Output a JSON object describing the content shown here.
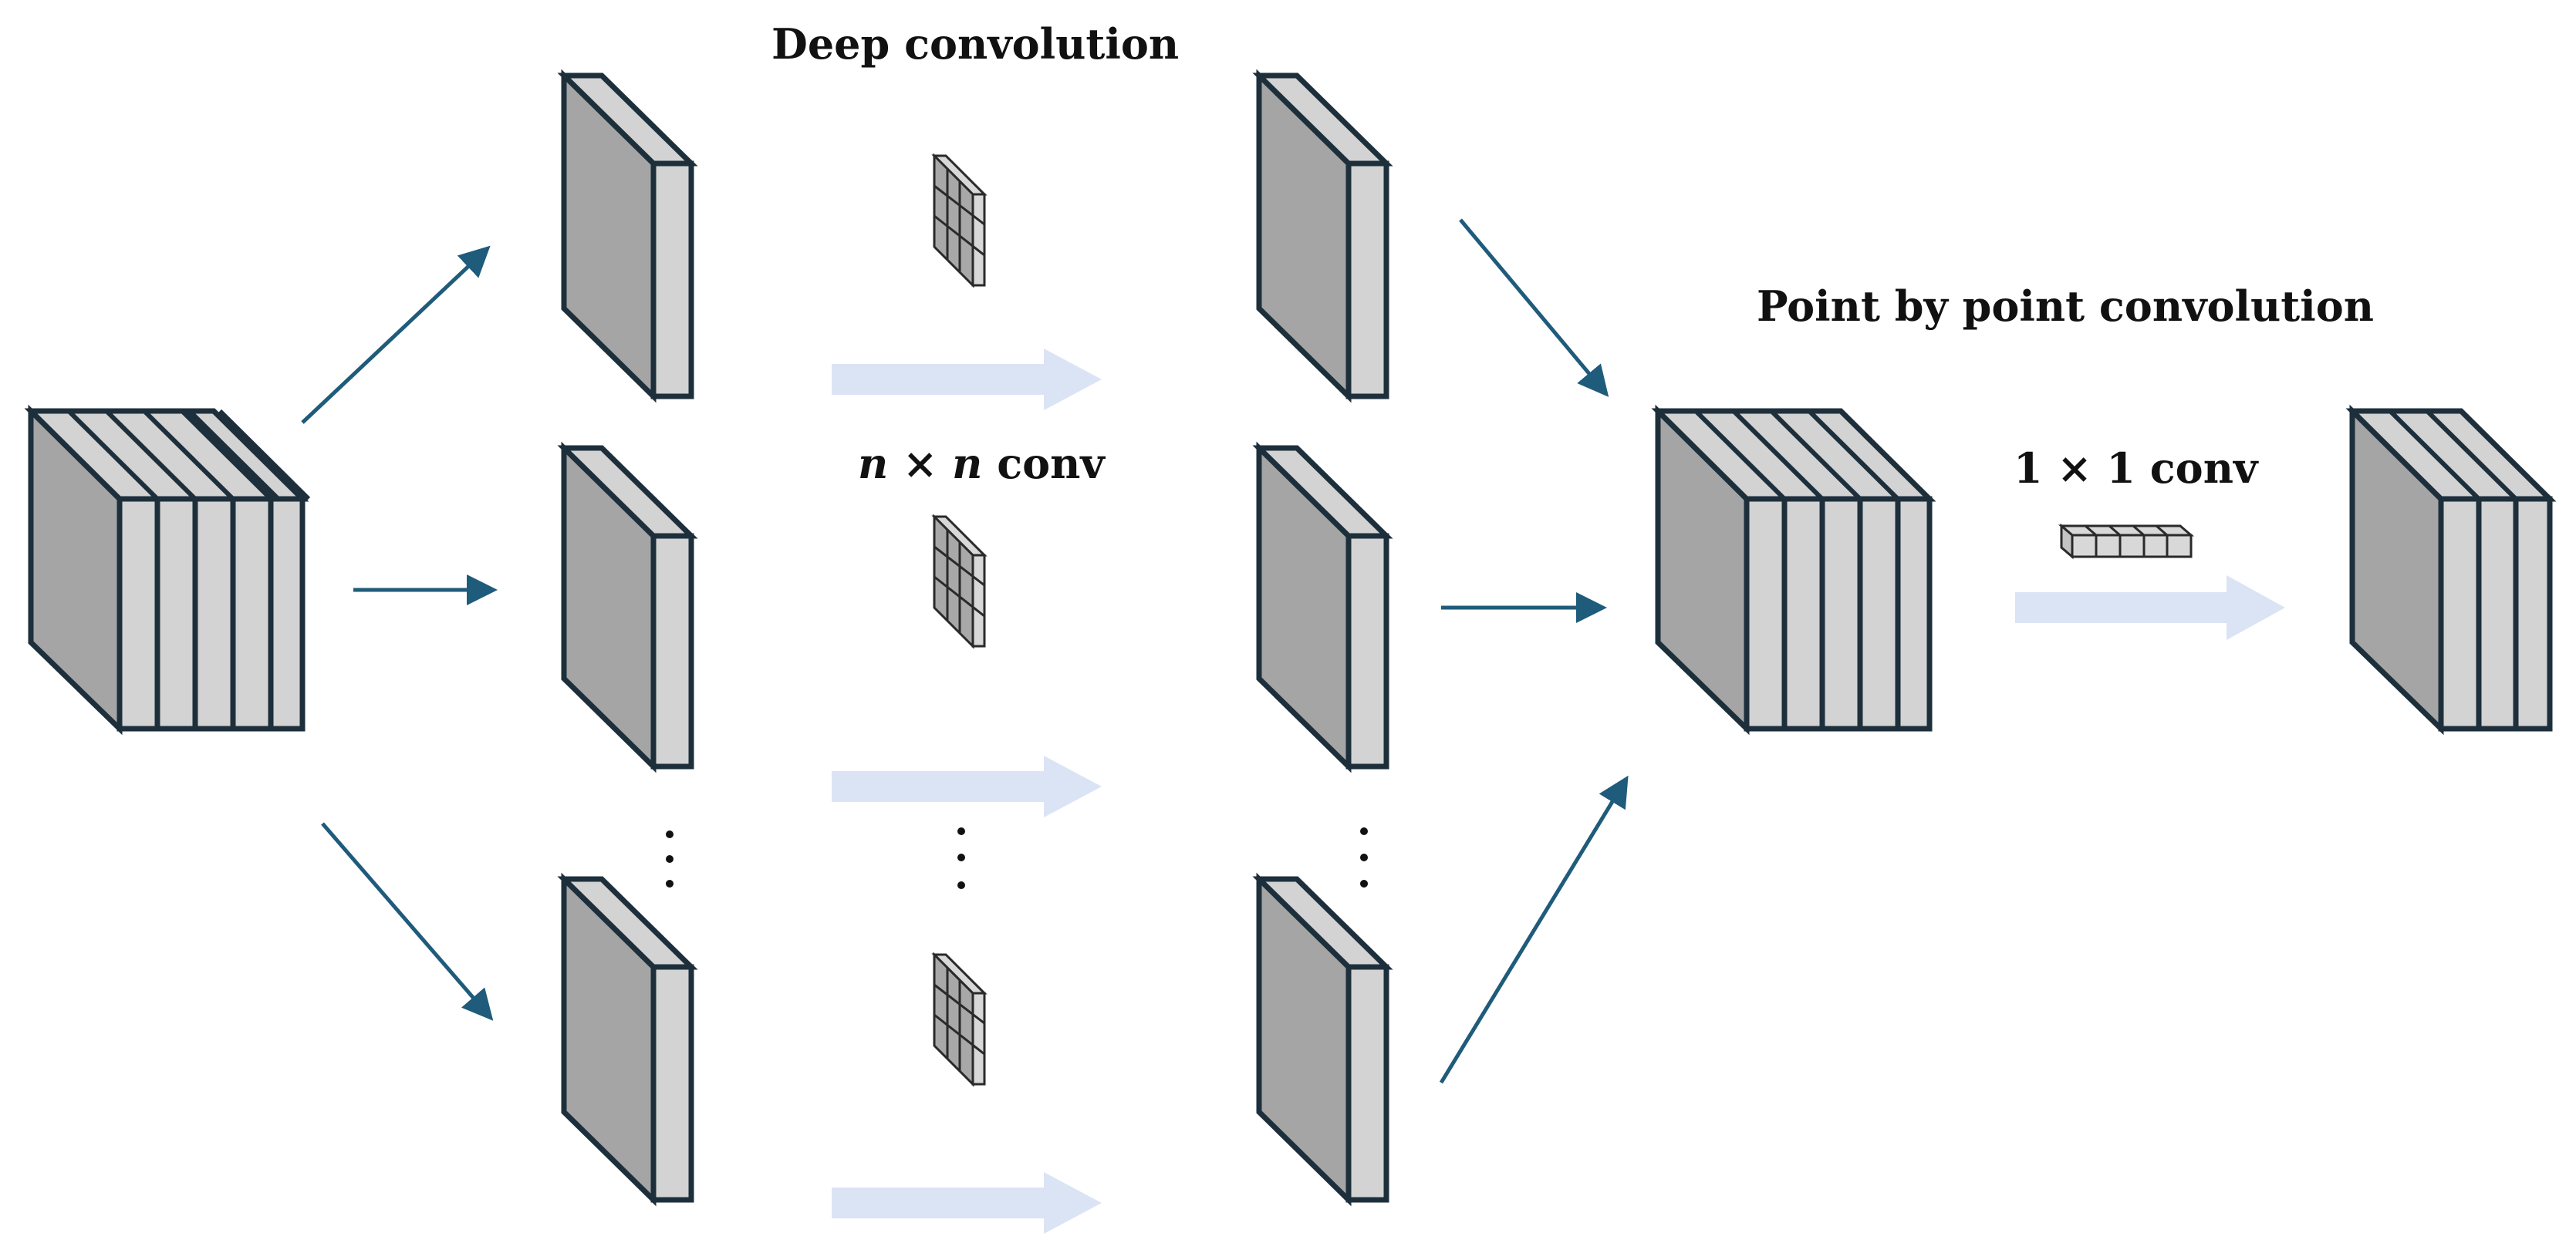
{
  "labels": {
    "depthwise_title": "Deep convolution",
    "depthwise_kernel": {
      "n1": "n",
      "times": " × ",
      "n2": "n",
      "rest": " conv"
    },
    "pointwise_title": "Point by point convolution",
    "pointwise_kernel": "1 × 1 conv"
  },
  "colors": {
    "block_face": "#a5a5a5",
    "block_side": "#d3d3d3",
    "outline": "#1e2f3c",
    "arrow": "#1f5b7a",
    "flow_arrow": "#dbe4f5"
  },
  "icons": [
    "input-tensor-block",
    "channel-slice",
    "depthwise-kernel",
    "pointwise-kernel",
    "arrow",
    "flow-arrow",
    "ellipsis-dots"
  ]
}
